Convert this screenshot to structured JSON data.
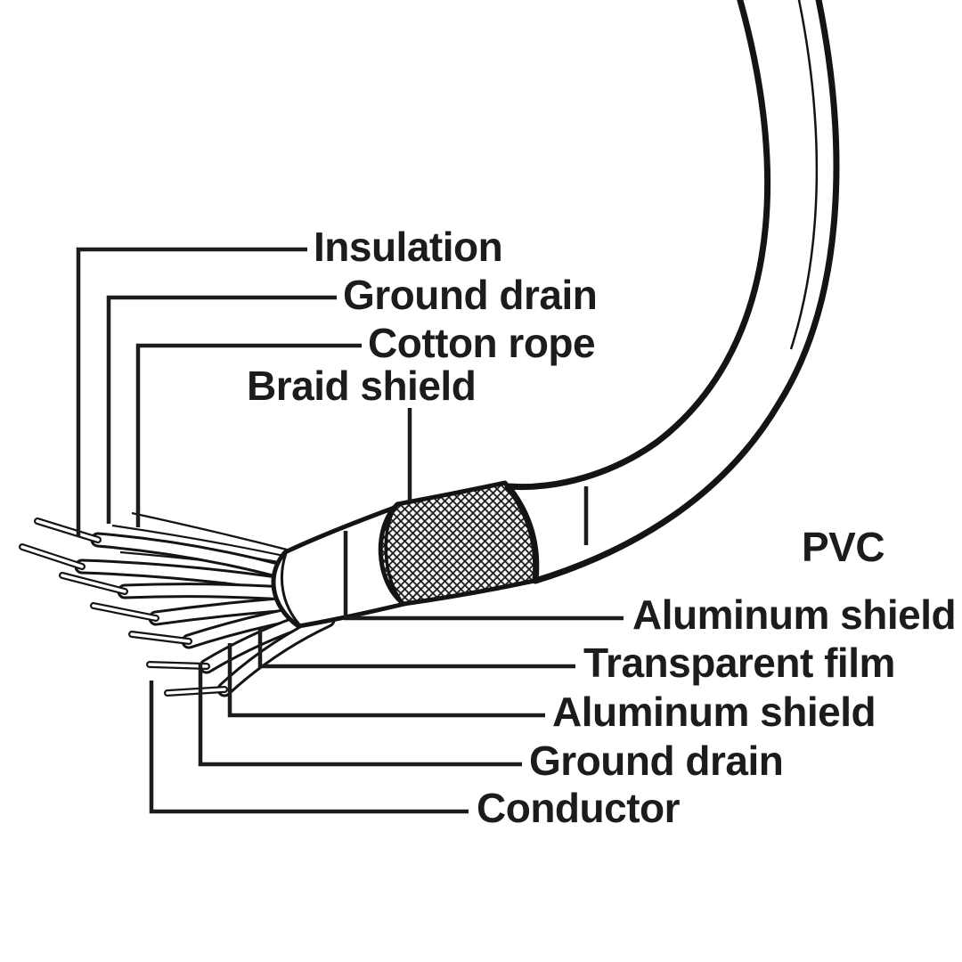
{
  "page": {
    "background": "#ffffff",
    "ink": "#1c1c1c"
  },
  "diagram": {
    "subject": "cable-cutaway",
    "labels": {
      "insulation": "Insulation",
      "ground_drain_top": "Ground drain",
      "cotton_rope": "Cotton rope",
      "braid_shield": "Braid shield",
      "pvc": "PVC",
      "aluminum_shield_outer": "Aluminum shield",
      "transparent_film": "Transparent film",
      "aluminum_shield_inner": "Aluminum shield",
      "ground_drain_bottom": "Ground drain",
      "conductor": "Conductor"
    }
  }
}
